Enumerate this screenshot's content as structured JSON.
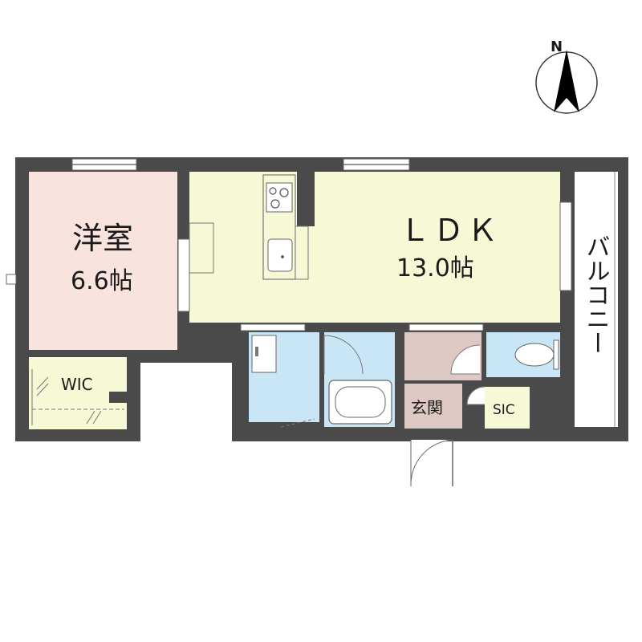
{
  "compass": {
    "label": "N"
  },
  "rooms": {
    "western_room": {
      "name": "洋室",
      "size": "6.6帖"
    },
    "ldk": {
      "name": "ＬＤＫ",
      "size": "13.0帖"
    },
    "wic": {
      "name": "WIC"
    },
    "entrance": {
      "name": "玄関"
    },
    "sic": {
      "name": "SIC"
    },
    "balcony": {
      "name": "バルコニー"
    }
  },
  "colors": {
    "wall": "#4a4a4a",
    "western_room_floor": "#f8e3de",
    "ldk_floor": "#f6f8d6",
    "wic_floor": "#f6f8d6",
    "wet_area_floor": "#c9e6f7",
    "entrance_floor": "#ddc8c4",
    "sic_floor": "#f6f8d6",
    "balcony_floor": "#ffffff"
  }
}
